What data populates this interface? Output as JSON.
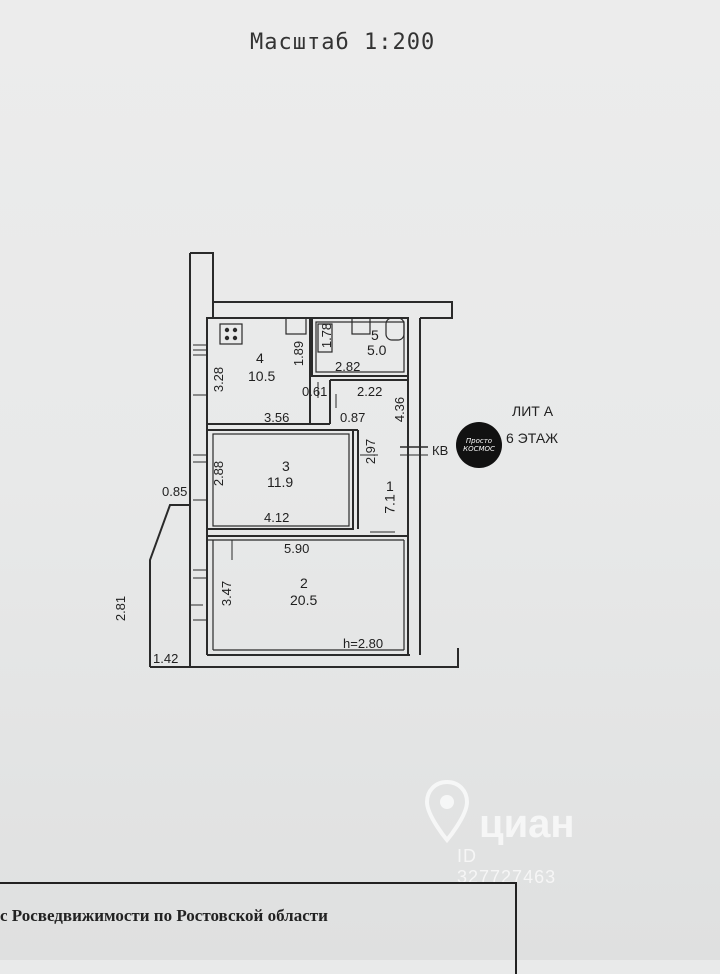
{
  "header": {
    "scale": "Масштаб 1:200"
  },
  "rooms": [
    {
      "number": "4",
      "area": "10.5"
    },
    {
      "number": "5",
      "area": "5.0"
    },
    {
      "number": "3",
      "area": "11.9"
    },
    {
      "number": "1",
      "area": "7.1"
    },
    {
      "number": "2",
      "area": "20.5"
    }
  ],
  "dimensions": {
    "d328": "3.28",
    "d189": "1.89",
    "d178": "1.78",
    "d282": "2.82",
    "d061": "0.61",
    "d222": "2.22",
    "d356": "3.56",
    "d087": "0.87",
    "d436": "4.36",
    "d297": "2.97",
    "d288": "2.88",
    "d085": "0.85",
    "d412": "4.12",
    "d590": "5.90",
    "d347": "3.47",
    "d281": "2.81",
    "d142": "1.42",
    "height": "h=2.80",
    "kv": "КВ"
  },
  "side_label": {
    "lit": "ЛИТ А",
    "floor": "6 ЭТАЖ"
  },
  "stamp_text": [
    "Просто",
    "КОСМОС"
  ],
  "watermark": {
    "brand": "циан",
    "id": "ID 327727463"
  },
  "footer": {
    "text": "с Росведвижимости по Ростовской области"
  }
}
